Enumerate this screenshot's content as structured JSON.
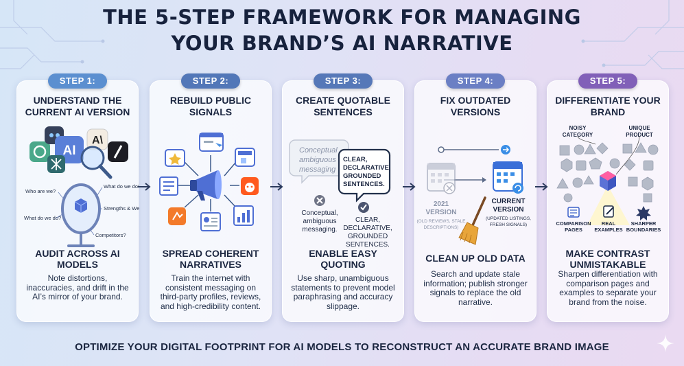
{
  "title": {
    "line1": "THE 5-STEP FRAMEWORK FOR MANAGING",
    "line2": "YOUR BRAND’S AI NARRATIVE"
  },
  "colors": {
    "step1": "#5b8fd0",
    "step2": "#5277b8",
    "step3": "#5678b8",
    "step4": "#6b7fc4",
    "step5": "#8160b8"
  },
  "steps": [
    {
      "badge": "STEP 1:",
      "title": "UNDERSTAND THE CURRENT AI VERSION",
      "heading": "AUDIT ACROSS AI MODELS",
      "description": "Note distortions, inaccuracies, and drift in the AI’s mirror of your brand.",
      "art": {
        "ai_label": "AI",
        "questions": [
          "Who are we?",
          "What do we do?",
          "What do we do?",
          "Strengths & Weaknesses?",
          "Competitors?"
        ]
      }
    },
    {
      "badge": "STEP 2:",
      "title": "REBUILD PUBLIC SIGNALS",
      "heading": "SPREAD COHERENT NARRATIVES",
      "description": "Train the internet with consistent messaging on third-party profiles, reviews, and high-credibility content."
    },
    {
      "badge": "STEP 3:",
      "title": "CREATE QUOTABLE SENTENCES",
      "heading": "ENABLE EASY QUOTING",
      "description": "Use sharp, unambiguous statements to prevent model paraphrasing and accuracy slippage.",
      "art": {
        "bubble_faded": [
          "Conceptual",
          "ambiguous",
          "messaging"
        ],
        "bubble_clear": [
          "CLEAR,",
          "DECLARATIVE,",
          "GROUNDED",
          "SENTENCES."
        ],
        "label_bad": [
          "Conceptual,",
          "ambiguous",
          "messaging."
        ],
        "label_good": [
          "CLEAR,",
          "DECLARATIVE,",
          "GROUNDED",
          "SENTENCES."
        ]
      }
    },
    {
      "badge": "STEP 4:",
      "title": "FIX OUTDATED VERSIONS",
      "heading": "CLEAN UP OLD DATA",
      "description": "Search and update stale information; publish stronger signals to replace the old narrative.",
      "art": {
        "old_label": [
          "2021",
          "VERSION"
        ],
        "old_sub": [
          "(OLD REVIEWS, STALE",
          "DESCRIPTIONS)"
        ],
        "new_label": [
          "CURRENT",
          "VERSION"
        ],
        "new_sub": [
          "(UPDATED LISTINGS,",
          "FRESH SIGNALS)"
        ]
      }
    },
    {
      "badge": "STEP 5:",
      "title": "DIFFERENTIATE YOUR BRAND",
      "heading": "MAKE CONTRAST UNMISTAKABLE",
      "description": "Sharpen differentiation with comparison pages and examples to separate your brand from the noise.",
      "art": {
        "noisy": [
          "NOISY",
          "CATEGORY"
        ],
        "unique": [
          "UNIQUE",
          "PRODUCT"
        ],
        "icons": [
          [
            "COMPARISON",
            "PAGES"
          ],
          [
            "REAL",
            "EXAMPLES"
          ],
          [
            "SHARPER",
            "BOUNDARIES"
          ]
        ]
      }
    }
  ],
  "footer": "OPTIMIZE YOUR DIGITAL FOOTPRINT FOR AI MODELS TO RECONSTRUCT AN ACCURATE BRAND IMAGE"
}
